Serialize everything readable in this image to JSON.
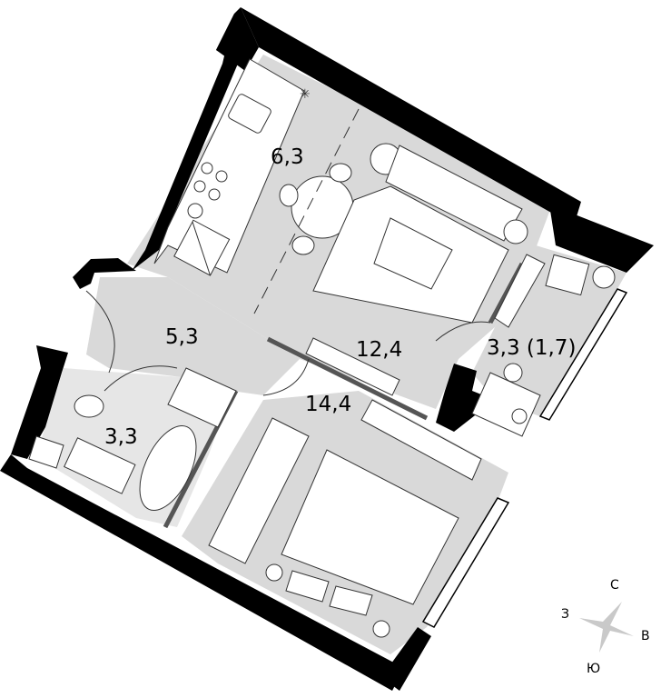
{
  "plan": {
    "rooms": [
      {
        "id": "kitchen",
        "area": "6,3"
      },
      {
        "id": "hall",
        "area": "5,3"
      },
      {
        "id": "living",
        "area": "12,4"
      },
      {
        "id": "balcony",
        "area": "3,3 (1,7)"
      },
      {
        "id": "bedroom",
        "area": "14,4"
      },
      {
        "id": "bathroom",
        "area": "3,3"
      }
    ]
  },
  "compass": {
    "north": "С",
    "east": "В",
    "south": "Ю",
    "west": "З"
  },
  "colors": {
    "wall": "#000000",
    "floor": "#d9d9d9",
    "furniture": "#ffffff",
    "line": "#333333"
  }
}
